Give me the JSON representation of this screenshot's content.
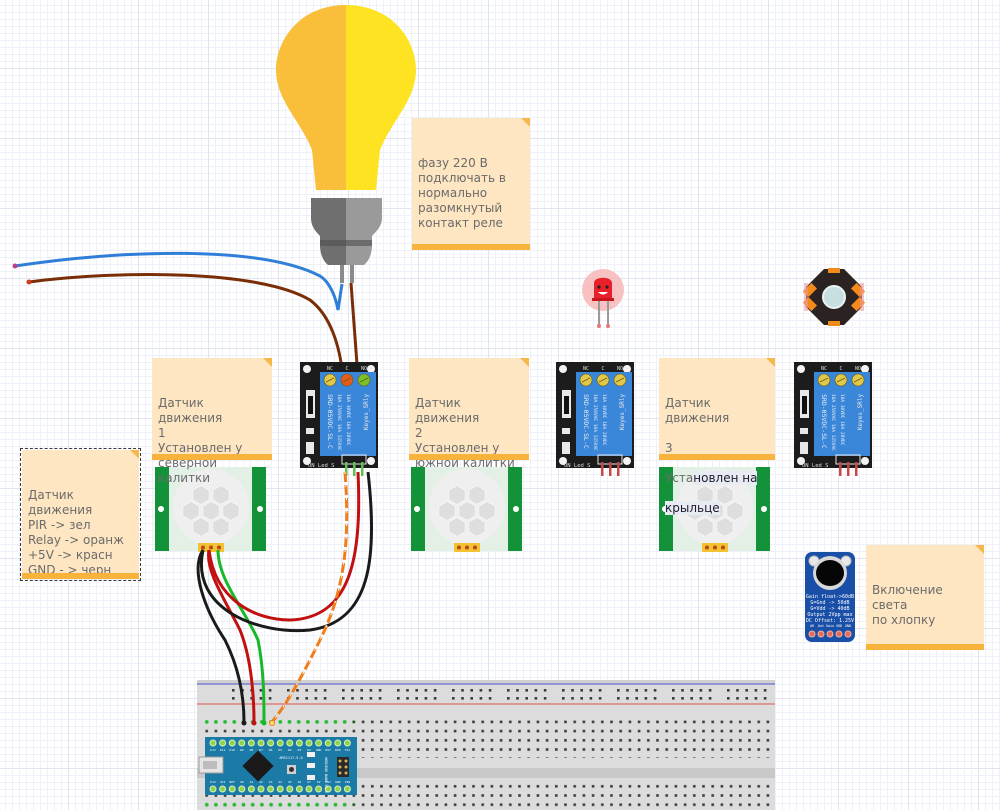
{
  "diagram": {
    "type": "breadboard-wiring",
    "components": {
      "lamp": {
        "label": "lamp-220v",
        "colors": {
          "left": "#f9bf3b",
          "right": "#fde321",
          "base_dark": "#6f6f6f",
          "base_light": "#9a9a9a"
        }
      },
      "relays": [
        {
          "id": "relay-1",
          "brand": "Keyes_SRly",
          "model": "SRD-05VDC-SL-C",
          "terminals": [
            "NC",
            "C",
            "NO"
          ],
          "ratings": [
            "10A 250VAC  10A 125VAC",
            "10A 30VDC  10A 28VDC"
          ],
          "led_label": "ON_Led",
          "pin_label": "S"
        },
        {
          "id": "relay-2",
          "brand": "Keyes_SRly",
          "model": "SRD-05VDC-SL-C",
          "terminals": [
            "NC",
            "C",
            "NO"
          ],
          "ratings": [
            "10A 250VAC  10A 125VAC",
            "10A 30VDC  10A 28VDC"
          ],
          "led_label": "ON_Led",
          "pin_label": "S"
        },
        {
          "id": "relay-3",
          "brand": "Keyes_SRly",
          "model": "SRD-05VDC-SL-C",
          "terminals": [
            "NC",
            "C",
            "NO"
          ],
          "ratings": [
            "10A 250VAC  10A 125VAC",
            "10A 30VDC  10A 28VDC"
          ],
          "led_label": "ON_Led",
          "pin_label": "S"
        }
      ],
      "pir_sensors": [
        {
          "id": "pir-1"
        },
        {
          "id": "pir-2"
        },
        {
          "id": "pir-3"
        }
      ],
      "led": {
        "label": "red-led",
        "color": "#e8202a"
      },
      "power_led": {
        "label": "high-power-led-star",
        "color": "#f28a1c"
      },
      "microphone": {
        "label": "microphone-amplifier",
        "lines": [
          "Gain float->60dB",
          "G=Gnd -> 50dB",
          "G=Vdd -> 40dB",
          "Output 2Vpp max",
          "DC Offset: 1.25V"
        ],
        "pins": [
          "AR",
          "Out",
          "Gain",
          "VDD",
          "GND"
        ]
      },
      "arduino": {
        "label": "arduino-nano",
        "top_pins": [
          "D12",
          "D11",
          "D10",
          "D9",
          "D8",
          "D7",
          "D6",
          "D5",
          "D4",
          "D3",
          "D2",
          "GND",
          "RST",
          "RX0",
          "TX1"
        ],
        "bottom_pins": [
          "D13",
          "3V3",
          "REF",
          "A0",
          "A1",
          "A2",
          "A3",
          "A4",
          "A5",
          "A6",
          "A7",
          "5V",
          "RST",
          "GND",
          "VIN"
        ],
        "chip_text": "ARDUINO NANO V3.0",
        "reg_text": "AMS1117-5.0",
        "icsp": "ICSP"
      },
      "breadboard": {
        "label": "breadboard",
        "rail_blue": "#7b7fd4",
        "rail_red": "#e0524e"
      }
    },
    "wires": [
      {
        "name": "mains-blue",
        "color": "#2f7fd8"
      },
      {
        "name": "mains-brown",
        "color": "#7a2e08"
      },
      {
        "name": "pir1-gnd",
        "color": "#1a1a1a"
      },
      {
        "name": "pir1-vcc",
        "color": "#c01010"
      },
      {
        "name": "pir1-signal",
        "color": "#19b82a"
      },
      {
        "name": "relay1-signal",
        "color": "#f07c1a"
      },
      {
        "name": "relay1-vcc",
        "color": "#c01010"
      },
      {
        "name": "relay1-gnd",
        "color": "#1a1a1a"
      }
    ]
  },
  "notes": {
    "lamp_note": {
      "text": "фазу 220 В\nподключать в\nнормально\nразомкнутый\nконтакт реле"
    },
    "pir1_note": {
      "text": "Датчик движения\n1\nУстановлен у\nсеверной  калитки"
    },
    "pir2_note": {
      "text": "Датчик движения\n2\nУстановлен у\nюжной  калитки"
    },
    "pir3_note": {
      "line1": "Датчик движения",
      "line2": "3",
      "line3_plain": "Уста",
      "line3_selected": "новлен на",
      "line4_selected": "крыльце"
    },
    "legend_note": {
      "text": "Датчик движения\nPIR -> зел\nRelay -> оранж\n+5V -> красн\nGND - > черн"
    },
    "mic_note": {
      "text": "Включение света\nпо хлопку"
    }
  }
}
